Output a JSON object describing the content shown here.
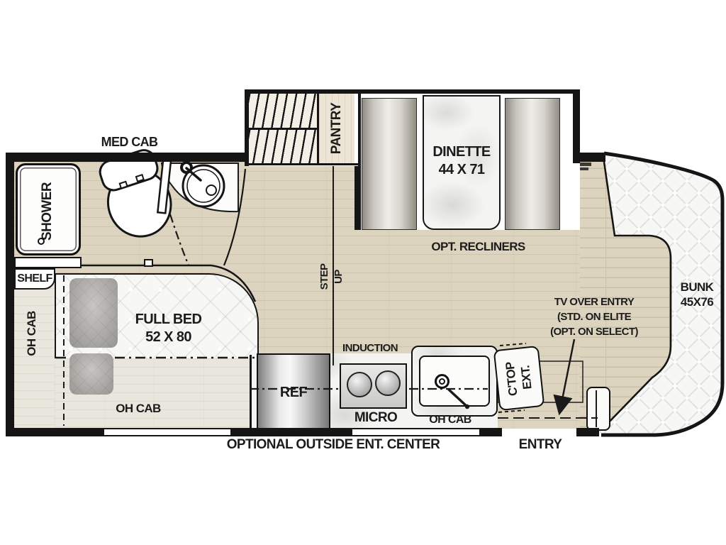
{
  "floorplan": {
    "bathroom": {
      "med_cab": "MED CAB",
      "shower": "SHOWER",
      "shelf": "SHELF"
    },
    "pantry": {
      "label": "PANTRY"
    },
    "dinette": {
      "line1": "DINETTE",
      "line2": "44 X 71",
      "recliners_option": "OPT. RECLINERS"
    },
    "step": {
      "line1": "STEP",
      "line2": "UP"
    },
    "bedroom": {
      "bed_line1": "FULL BED",
      "bed_line2": "52 X 80",
      "oh_cab_side": "OH CAB",
      "oh_cab_foot": "OH CAB"
    },
    "galley": {
      "fridge": "REF",
      "induction": "INDUCTION",
      "microwave": "MICRO",
      "oh_cab": "OH CAB",
      "ctop_line1": "C'TOP",
      "ctop_line2": "EXT."
    },
    "front": {
      "bunk_line1": "BUNK",
      "bunk_line2": "45X76",
      "tv_line1": "TV OVER ENTRY",
      "tv_line2": "(STD. ON ELITE",
      "tv_line3": "(OPT. ON SELECT)"
    },
    "exterior": {
      "entry": "ENTRY",
      "outside_ent_center": "OPTIONAL OUTSIDE ENT. CENTER"
    },
    "colors": {
      "wall": "#151515",
      "floor_wood": "#ddd4c0",
      "floor_light": "#e9e6dd",
      "quilt": "#f7f7f5",
      "bench": "#c8c5bd"
    }
  }
}
